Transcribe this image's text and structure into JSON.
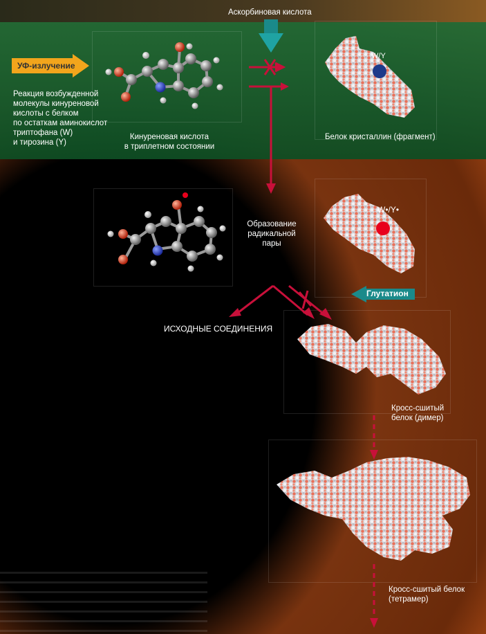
{
  "labels": {
    "ascorbic_acid": "Аскорбиновая кислота",
    "uv": "УФ-излучение",
    "reaction_text": [
      "Реакция возбужденной",
      "молекулы кинуреновой",
      "кислоты с белком",
      "по остаткам аминокислот",
      "триптофана (W)",
      "и тирозина (Y)"
    ],
    "kynurenic_label": [
      "Кинуреновая кислота",
      "в триплетном состоянии"
    ],
    "crystallin_label": "Белок кристаллин (фрагмент)",
    "wy_label": "W/Y",
    "wy_radical_label": "W•/Y•",
    "radical_pair": [
      "Образование",
      "радикальной",
      "пары"
    ],
    "glutathione": "Глутатион",
    "initial_compounds": "ИСХОДНЫЕ СОЕДИНЕНИЯ",
    "dimer_label": [
      "Кросс-сшитый",
      "белок (димер)"
    ],
    "tetramer_label": [
      "Кросс-сшитый белок",
      "(тетрамер)"
    ]
  },
  "colors": {
    "green_band": "#15592b",
    "arrow_red": "#c8103a",
    "uv_orange": "#f2a51c",
    "teal": "#1a8a8a",
    "radical_red": "#e8001c",
    "ground_blue": "#1e3a8a"
  }
}
